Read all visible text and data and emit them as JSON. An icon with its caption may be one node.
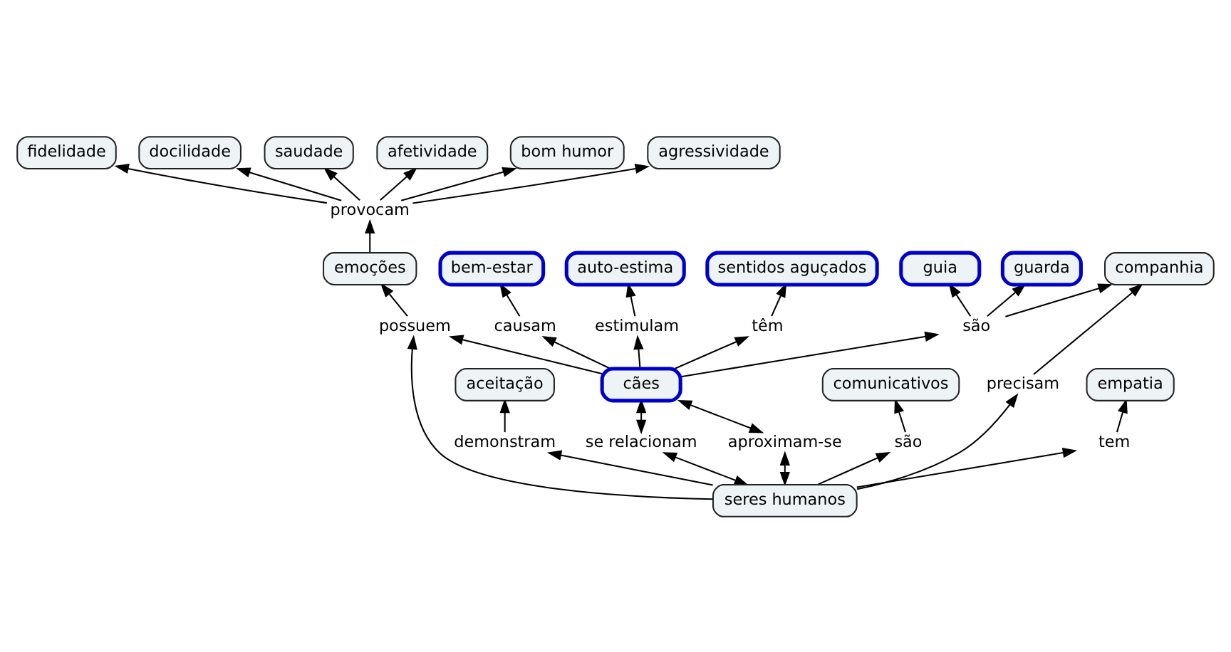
{
  "diagram": {
    "nodes": [
      {
        "text": [
          "fidelidade"
        ]
      },
      {
        "text": [
          "docilidade"
        ]
      },
      {
        "text": [
          "saudade"
        ]
      },
      {
        "text": [
          "afetividade"
        ]
      },
      {
        "text": [
          "bom humor"
        ]
      },
      {
        "text": [
          "provocam"
        ]
      },
      {
        "text": [
          "agressividade"
        ]
      },
      {
        "text": [
          "emoções"
        ]
      },
      {
        "text": [
          "bem-estar"
        ]
      },
      {
        "text": [
          "possuem"
        ]
      },
      {
        "text": [
          "causam"
        ]
      },
      {
        "text": [
          "auto-estima"
        ]
      },
      {
        "text": [
          "aceitação"
        ]
      },
      {
        "text": [
          "demonstram"
        ]
      },
      {
        "text": [
          "se relacionam"
        ]
      },
      {
        "text": [
          "cães"
        ]
      },
      {
        "text": [
          "estimulam"
        ]
      },
      {
        "text": [
          "têm"
        ]
      },
      {
        "text": [
          "sentidos aguçados"
        ]
      },
      {
        "text": [
          "seres humanos"
        ]
      },
      {
        "text": [
          "aproximam-se"
        ]
      },
      {
        "text": [
          "são"
        ]
      },
      {
        "text": [
          "guia"
        ]
      },
      {
        "text": [
          "são"
        ]
      },
      {
        "text": [
          "guarda"
        ]
      },
      {
        "text": [
          "empatia"
        ]
      },
      {
        "text": [
          "precisam"
        ]
      },
      {
        "text": [
          "tem"
        ]
      },
      {
        "text": [
          "companhia"
        ]
      },
      {
        "text": [
          "comunicativos"
        ]
      }
    ],
    "edges": [
      {
        "from": 7,
        "to": 5,
        "arrow": "to"
      },
      {
        "from": 5,
        "to": 1,
        "arrow": "to"
      },
      {
        "from": 5,
        "to": 0,
        "arrow": "to"
      },
      {
        "from": 5,
        "to": 2,
        "arrow": "to"
      },
      {
        "from": 5,
        "to": 3,
        "arrow": "to"
      },
      {
        "from": 5,
        "to": 4,
        "arrow": "to"
      },
      {
        "from": 5,
        "to": 6,
        "arrow": "to"
      },
      {
        "from": 9,
        "to": 7,
        "arrow": "to"
      },
      {
        "from": 19,
        "to": 9,
        "arrow": "to"
      },
      {
        "from": 15,
        "to": 9,
        "arrow": "to"
      },
      {
        "from": 19,
        "to": 13,
        "arrow": "to"
      },
      {
        "from": 13,
        "to": 12,
        "arrow": "to"
      },
      {
        "from": 19,
        "to": 14,
        "arrow": "both"
      },
      {
        "from": 14,
        "to": 15,
        "arrow": "both"
      },
      {
        "from": 19,
        "to": 20,
        "arrow": "both"
      },
      {
        "from": 20,
        "to": 15,
        "arrow": "both"
      },
      {
        "from": 15,
        "to": 10,
        "arrow": "to"
      },
      {
        "from": 10,
        "to": 8,
        "arrow": "to"
      },
      {
        "from": 15,
        "to": 16,
        "arrow": "to"
      },
      {
        "from": 16,
        "to": 11,
        "arrow": "to"
      },
      {
        "from": 15,
        "to": 17,
        "arrow": "to"
      },
      {
        "from": 17,
        "to": 18,
        "arrow": "to"
      },
      {
        "from": 15,
        "to": 21,
        "arrow": "to"
      },
      {
        "from": 21,
        "to": 22,
        "arrow": "to"
      },
      {
        "from": 21,
        "to": 24,
        "arrow": "to"
      },
      {
        "from": 21,
        "to": 28,
        "arrow": "to"
      },
      {
        "from": 19,
        "to": 26,
        "arrow": "to"
      },
      {
        "from": 26,
        "to": 28,
        "arrow": "to"
      },
      {
        "from": 19,
        "to": 23,
        "arrow": "to"
      },
      {
        "from": 23,
        "to": 29,
        "arrow": "to"
      },
      {
        "from": 19,
        "to": 27,
        "arrow": "to"
      },
      {
        "from": 27,
        "to": 25,
        "arrow": "to"
      }
    ]
  }
}
